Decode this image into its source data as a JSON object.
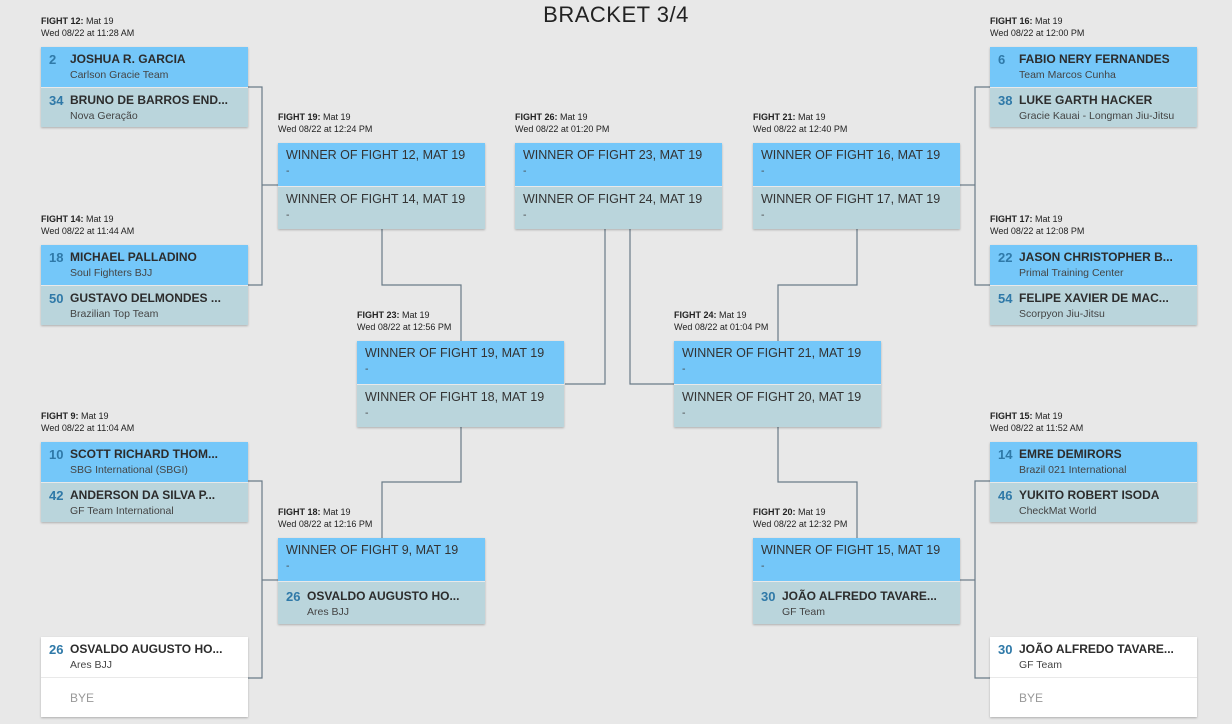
{
  "title": "BRACKET 3/4",
  "fights": {
    "f12": {
      "label": "FIGHT 12:",
      "mat": "Mat 19",
      "time": "Wed 08/22 at 11:28 AM",
      "a": {
        "seed": "2",
        "name": "JOSHUA R. GARCIA",
        "team": "Carlson Gracie Team"
      },
      "b": {
        "seed": "34",
        "name": "BRUNO DE BARROS END...",
        "team": "Nova Geração"
      }
    },
    "f14": {
      "label": "FIGHT 14:",
      "mat": "Mat 19",
      "time": "Wed 08/22 at 11:44 AM",
      "a": {
        "seed": "18",
        "name": "MICHAEL PALLADINO",
        "team": "Soul Fighters BJJ"
      },
      "b": {
        "seed": "50",
        "name": "GUSTAVO DELMONDES ...",
        "team": "Brazilian Top Team"
      }
    },
    "f9": {
      "label": "FIGHT 9:",
      "mat": "Mat 19",
      "time": "Wed 08/22 at 11:04 AM",
      "a": {
        "seed": "10",
        "name": "SCOTT RICHARD THOM...",
        "team": "SBG International (SBGI)"
      },
      "b": {
        "seed": "42",
        "name": "ANDERSON DA SILVA P...",
        "team": "GF Team International"
      }
    },
    "byeL": {
      "a": {
        "seed": "26",
        "name": "OSVALDO AUGUSTO HO...",
        "team": "Ares BJJ"
      },
      "b": {
        "bye": "BYE"
      }
    },
    "f19": {
      "label": "FIGHT 19:",
      "mat": "Mat 19",
      "time": "Wed 08/22 at 12:24 PM",
      "a": {
        "text": "WINNER OF FIGHT 12, MAT 19",
        "sub": "-"
      },
      "b": {
        "text": "WINNER OF FIGHT 14, MAT 19",
        "sub": "-"
      }
    },
    "f18": {
      "label": "FIGHT 18:",
      "mat": "Mat 19",
      "time": "Wed 08/22 at 12:16 PM",
      "a": {
        "text": "WINNER OF FIGHT 9, MAT 19",
        "sub": "-"
      },
      "b": {
        "seed": "26",
        "name": "OSVALDO AUGUSTO HO...",
        "team": "Ares BJJ"
      }
    },
    "f23": {
      "label": "FIGHT 23:",
      "mat": "Mat 19",
      "time": "Wed 08/22 at 12:56 PM",
      "a": {
        "text": "WINNER OF FIGHT 19, MAT 19",
        "sub": "-"
      },
      "b": {
        "text": "WINNER OF FIGHT 18, MAT 19",
        "sub": "-"
      }
    },
    "f26": {
      "label": "FIGHT 26:",
      "mat": "Mat 19",
      "time": "Wed 08/22 at 01:20 PM",
      "a": {
        "text": "WINNER OF FIGHT 23, MAT 19",
        "sub": "-"
      },
      "b": {
        "text": "WINNER OF FIGHT 24, MAT 19",
        "sub": "-"
      }
    },
    "f24": {
      "label": "FIGHT 24:",
      "mat": "Mat 19",
      "time": "Wed 08/22 at 01:04 PM",
      "a": {
        "text": "WINNER OF FIGHT 21, MAT 19",
        "sub": "-"
      },
      "b": {
        "text": "WINNER OF FIGHT 20, MAT 19",
        "sub": "-"
      }
    },
    "f21": {
      "label": "FIGHT 21:",
      "mat": "Mat 19",
      "time": "Wed 08/22 at 12:40 PM",
      "a": {
        "text": "WINNER OF FIGHT 16, MAT 19",
        "sub": "-"
      },
      "b": {
        "text": "WINNER OF FIGHT 17, MAT 19",
        "sub": "-"
      }
    },
    "f20": {
      "label": "FIGHT 20:",
      "mat": "Mat 19",
      "time": "Wed 08/22 at 12:32 PM",
      "a": {
        "text": "WINNER OF FIGHT 15, MAT 19",
        "sub": "-"
      },
      "b": {
        "seed": "30",
        "name": "JOÃO ALFREDO TAVARE...",
        "team": "GF Team"
      }
    },
    "f16": {
      "label": "FIGHT 16:",
      "mat": "Mat 19",
      "time": "Wed 08/22 at 12:00 PM",
      "a": {
        "seed": "6",
        "name": "FABIO NERY FERNANDES",
        "team": "Team Marcos Cunha"
      },
      "b": {
        "seed": "38",
        "name": "LUKE GARTH HACKER",
        "team": "Gracie Kauai - Longman Jiu-Jitsu"
      }
    },
    "f17": {
      "label": "FIGHT 17:",
      "mat": "Mat 19",
      "time": "Wed 08/22 at 12:08 PM",
      "a": {
        "seed": "22",
        "name": "JASON CHRISTOPHER B...",
        "team": "Primal Training Center"
      },
      "b": {
        "seed": "54",
        "name": "FELIPE XAVIER DE MAC...",
        "team": "Scorpyon Jiu-Jitsu"
      }
    },
    "f15": {
      "label": "FIGHT 15:",
      "mat": "Mat 19",
      "time": "Wed 08/22 at 11:52 AM",
      "a": {
        "seed": "14",
        "name": "EMRE DEMIRORS",
        "team": "Brazil 021 International"
      },
      "b": {
        "seed": "46",
        "name": "YUKITO ROBERT ISODA",
        "team": "CheckMat World"
      }
    },
    "byeR": {
      "a": {
        "seed": "30",
        "name": "JOÃO ALFREDO TAVARE...",
        "team": "GF Team"
      },
      "b": {
        "bye": "BYE"
      }
    }
  }
}
